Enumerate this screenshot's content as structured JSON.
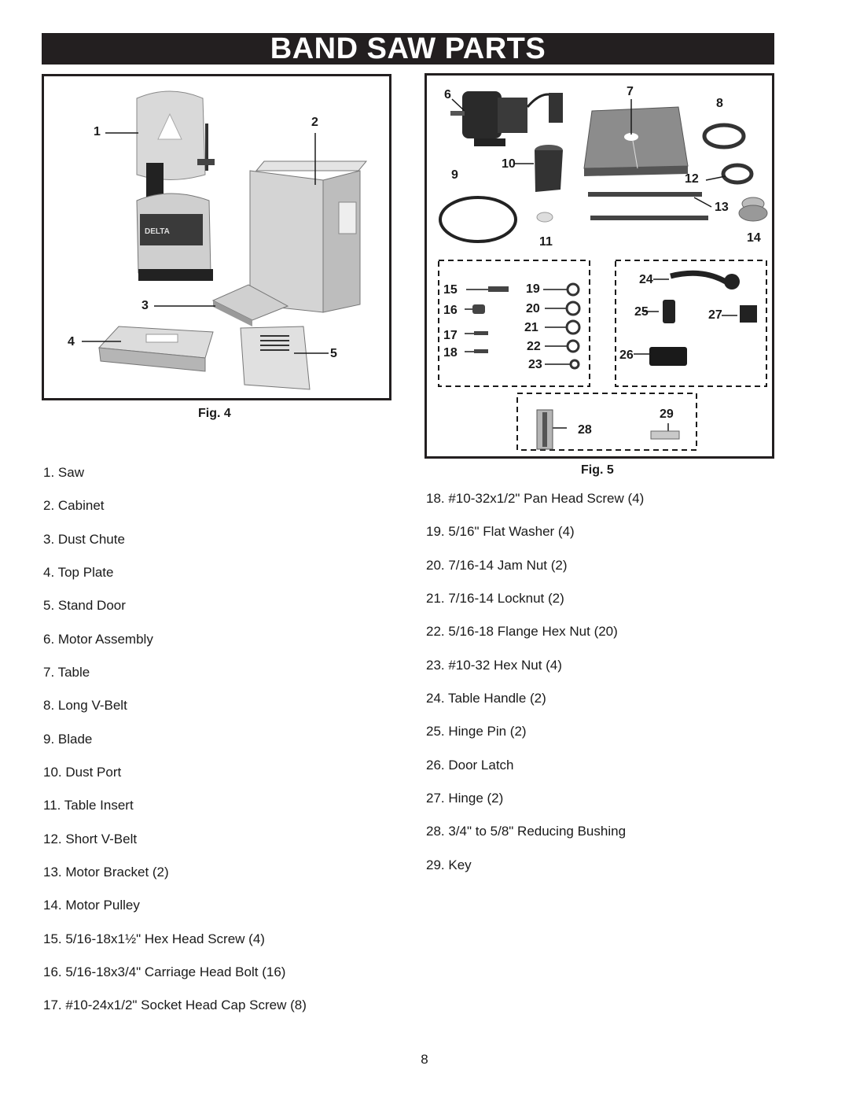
{
  "page": {
    "title": "BAND SAW PARTS",
    "page_number": "8"
  },
  "fig4": {
    "caption": "Fig. 4",
    "callouts": [
      "1",
      "2",
      "3",
      "4",
      "5"
    ],
    "brand_text": "DELTA"
  },
  "fig5": {
    "caption": "Fig. 5",
    "callouts": [
      "6",
      "7",
      "8",
      "9",
      "10",
      "11",
      "12",
      "13",
      "14",
      "15",
      "16",
      "17",
      "18",
      "19",
      "20",
      "21",
      "22",
      "23",
      "24",
      "25",
      "26",
      "27",
      "28",
      "29"
    ]
  },
  "parts_left": [
    "1.  Saw",
    "2.  Cabinet",
    "3.  Dust Chute",
    "4.  Top Plate",
    "5.  Stand Door",
    "6.  Motor Assembly",
    "7.  Table",
    "8.  Long V-Belt",
    "9.  Blade",
    "10. Dust Port",
    "11. Table Insert",
    "12. Short V-Belt",
    "13. Motor Bracket (2)",
    "14. Motor Pulley",
    "15. 5/16-18x1½\" Hex Head Screw (4)",
    "16. 5/16-18x3/4\" Carriage Head Bolt (16)",
    "17. #10-24x1/2\" Socket Head Cap Screw (8)"
  ],
  "parts_right": [
    "18. #10-32x1/2\" Pan Head Screw (4)",
    "19. 5/16\" Flat Washer (4)",
    "20. 7/16-14 Jam Nut (2)",
    "21. 7/16-14 Locknut (2)",
    "22. 5/16-18 Flange Hex Nut (20)",
    "23. #10-32 Hex Nut (4)",
    "24. Table Handle (2)",
    "25. Hinge Pin (2)",
    "26. Door Latch",
    "27. Hinge (2)",
    "28. 3/4\" to 5/8\" Reducing Bushing",
    "29. Key"
  ]
}
